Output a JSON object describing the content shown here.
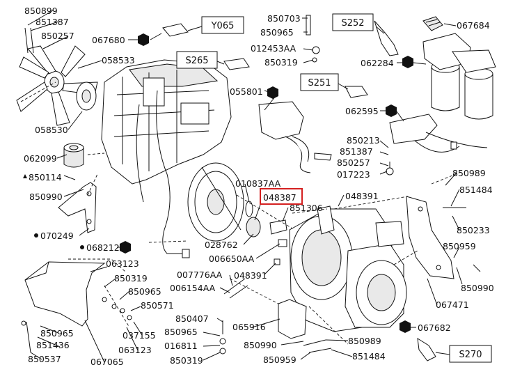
{
  "part_labels": {
    "p850899": "850899",
    "p851387a": "851387",
    "p850257a": "850257",
    "p058533": "058533",
    "p058530": "058530",
    "p062099": "062099",
    "p850114": "850114",
    "p850990a": "850990",
    "p070249": "070249",
    "p068212": "068212",
    "p063123a": "063123",
    "p850319a": "850319",
    "p850965a": "850965",
    "p850571": "850571",
    "p850965b": "850965",
    "p851436": "851436",
    "p850537": "850537",
    "p037155": "037155",
    "p063123b": "063123",
    "p067065": "067065",
    "p067680": "067680",
    "p850703": "850703",
    "p850965c": "850965",
    "p012453AA": "012453AA",
    "p850319b": "850319",
    "p055801": "055801",
    "p067684": "067684",
    "p062284": "062284",
    "p062595": "062595",
    "p850213": "850213",
    "p851387b": "851387",
    "p850257b": "850257",
    "p017223": "017223",
    "p010837AA": "010837AA",
    "p048387": "048387",
    "p851306": "851306",
    "p048391a": "048391",
    "p850989a": "850989",
    "p851484a": "851484",
    "p850233": "850233",
    "p850959a": "850959",
    "p850990b": "850990",
    "p028762": "028762",
    "p006650AA": "006650AA",
    "p048391b": "048391",
    "p007776AA": "007776AA",
    "p006154AA": "006154AA",
    "p850407": "850407",
    "p850965d": "850965",
    "p016811": "016811",
    "p850319c": "850319",
    "p065916": "065916",
    "p850990c": "850990",
    "p850959b": "850959",
    "p850989b": "850989",
    "p851484b": "851484",
    "p067471": "067471",
    "p067682": "067682"
  },
  "sensor_boxes": {
    "y065": "Y065",
    "s252": "S252",
    "s265": "S265",
    "s251": "S251",
    "s270": "S270"
  },
  "highlight": {
    "part": "048387",
    "color": "#d42020"
  }
}
